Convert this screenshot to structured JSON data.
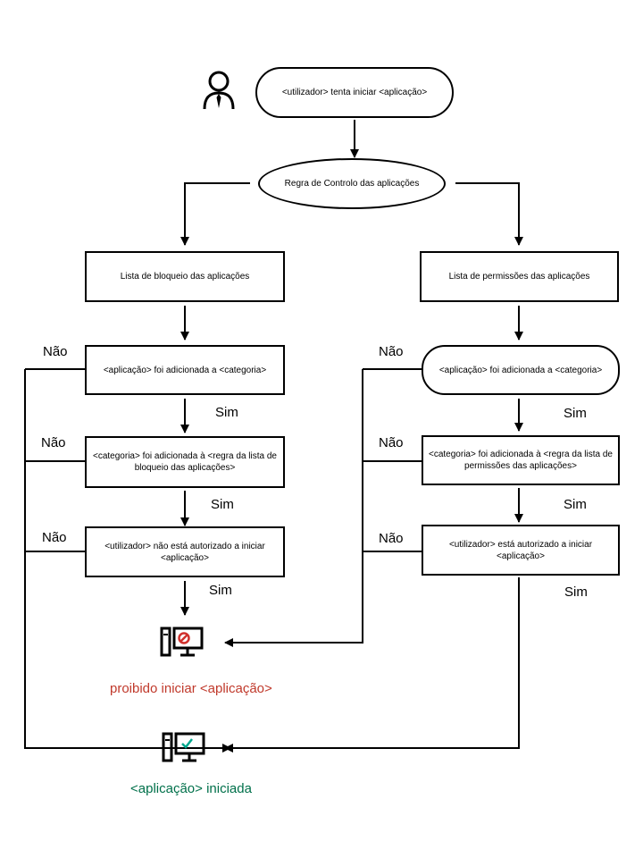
{
  "start": {
    "label": "<utilizador> tenta iniciar <aplicação>"
  },
  "rule": {
    "label": "Regra de Controlo das aplicações"
  },
  "left": {
    "list_label": "Lista de bloqueio das aplicações",
    "q1": "<aplicação> foi adicionada a <categoria>",
    "q2": "<categoria> foi adicionada à <regra da lista de bloqueio das aplicações>",
    "q3": "<utilizador> não está autorizado a iniciar <aplicação>"
  },
  "right": {
    "list_label": "Lista de permissões das aplicações",
    "q1": "<aplicação> foi adicionada a <categoria>",
    "q2": "<categoria> foi adicionada à <regra da lista de permissões das aplicações>",
    "q3": "<utilizador> está autorizado a iniciar <aplicação>"
  },
  "labels": {
    "yes": "Sim",
    "no": "Não"
  },
  "outcomes": {
    "blocked": "proibido iniciar <aplicação>",
    "started": "<aplicação> iniciada"
  },
  "colors": {
    "blocked": "#c0392b",
    "started": "#00704a",
    "check": "#00a88e"
  },
  "icons": {
    "user": "user-icon",
    "blocked": "computer-blocked-icon",
    "started": "computer-allowed-icon"
  }
}
